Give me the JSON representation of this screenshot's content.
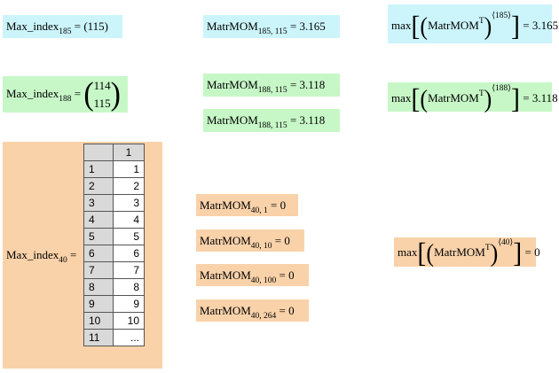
{
  "r1": {
    "max_index": {
      "name": "Max_index",
      "sub": "185",
      "eq": " = ",
      "val": "(115)"
    },
    "matr": {
      "name": "MatrMOM",
      "sub": "185, 115",
      "eq": " = ",
      "val": "3.165"
    },
    "max": {
      "fn": "max",
      "inner": "MatrMOM",
      "t": "T",
      "col": "⟨185⟩",
      "eq": " = ",
      "val": "3.165"
    }
  },
  "r2": {
    "max_index": {
      "name": "Max_index",
      "sub": "188",
      "eq": " = ",
      "v1": "114",
      "v2": "115"
    },
    "matr1": {
      "name": "MatrMOM",
      "sub": "188, 115",
      "eq": " = ",
      "val": "3.118"
    },
    "matr2": {
      "name": "MatrMOM",
      "sub": "188, 115",
      "eq": " = ",
      "val": "3.118"
    },
    "max": {
      "fn": "max",
      "inner": "MatrMOM",
      "t": "T",
      "col": "⟨188⟩",
      "eq": " = ",
      "val": "3.118"
    }
  },
  "r3": {
    "max_index": {
      "name": "Max_index",
      "sub": "40",
      "eq": " = "
    },
    "table": {
      "col_header": "1",
      "rows": [
        {
          "h": "1",
          "v": "1"
        },
        {
          "h": "2",
          "v": "2"
        },
        {
          "h": "3",
          "v": "3"
        },
        {
          "h": "4",
          "v": "4"
        },
        {
          "h": "5",
          "v": "5"
        },
        {
          "h": "6",
          "v": "6"
        },
        {
          "h": "7",
          "v": "7"
        },
        {
          "h": "8",
          "v": "8"
        },
        {
          "h": "9",
          "v": "9"
        },
        {
          "h": "10",
          "v": "10"
        },
        {
          "h": "11",
          "v": "..."
        }
      ]
    },
    "matr": [
      {
        "name": "MatrMOM",
        "sub": "40, 1",
        "eq": " = ",
        "val": "0"
      },
      {
        "name": "MatrMOM",
        "sub": "40, 10",
        "eq": " = ",
        "val": "0"
      },
      {
        "name": "MatrMOM",
        "sub": "40, 100",
        "eq": " = ",
        "val": "0"
      },
      {
        "name": "MatrMOM",
        "sub": "40, 264",
        "eq": " = ",
        "val": "0"
      }
    ],
    "max": {
      "fn": "max",
      "inner": "MatrMOM",
      "t": "T",
      "col": "⟨40⟩",
      "eq": " = ",
      "val": "0"
    }
  },
  "colors": {
    "cyan": "#ccf5fb",
    "green": "#c7f7c7",
    "peach": "#f9d2aa"
  }
}
